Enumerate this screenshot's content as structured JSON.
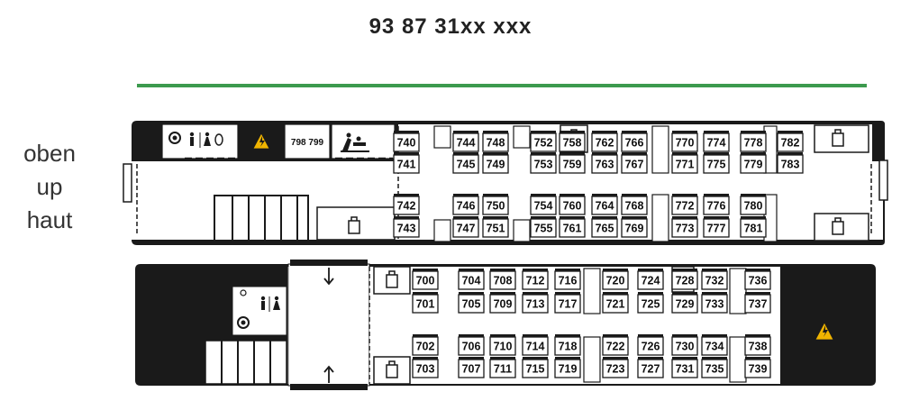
{
  "title": "93 87 31xx xxx",
  "deck_label": {
    "line1": "oben",
    "line2": "up",
    "line3": "haut"
  },
  "upper_deck": {
    "luggage_plate": "798 799",
    "seats": [
      "740",
      "741",
      "742",
      "743",
      "744",
      "745",
      "746",
      "747",
      "748",
      "749",
      "750",
      "751",
      "752",
      "753",
      "754",
      "755",
      "758",
      "759",
      "760",
      "761",
      "762",
      "763",
      "764",
      "765",
      "766",
      "767",
      "768",
      "769",
      "770",
      "771",
      "772",
      "773",
      "774",
      "775",
      "776",
      "777",
      "778",
      "779",
      "780",
      "781",
      "782",
      "783"
    ]
  },
  "lower_deck": {
    "seats": [
      "700",
      "701",
      "702",
      "703",
      "704",
      "705",
      "706",
      "707",
      "708",
      "709",
      "710",
      "711",
      "712",
      "713",
      "714",
      "715",
      "716",
      "717",
      "718",
      "719",
      "720",
      "721",
      "722",
      "723",
      "724",
      "725",
      "726",
      "727",
      "728",
      "729",
      "730",
      "731",
      "732",
      "733",
      "734",
      "735",
      "736",
      "737",
      "738",
      "739"
    ]
  },
  "colors": {
    "accent_line": "#3c9a4e",
    "warning": "#f0b400",
    "body": "#1a1a1a"
  },
  "icons": [
    "toilet-icon",
    "baby-change-icon",
    "luggage-icon",
    "high-voltage-icon",
    "stairs-icon"
  ]
}
